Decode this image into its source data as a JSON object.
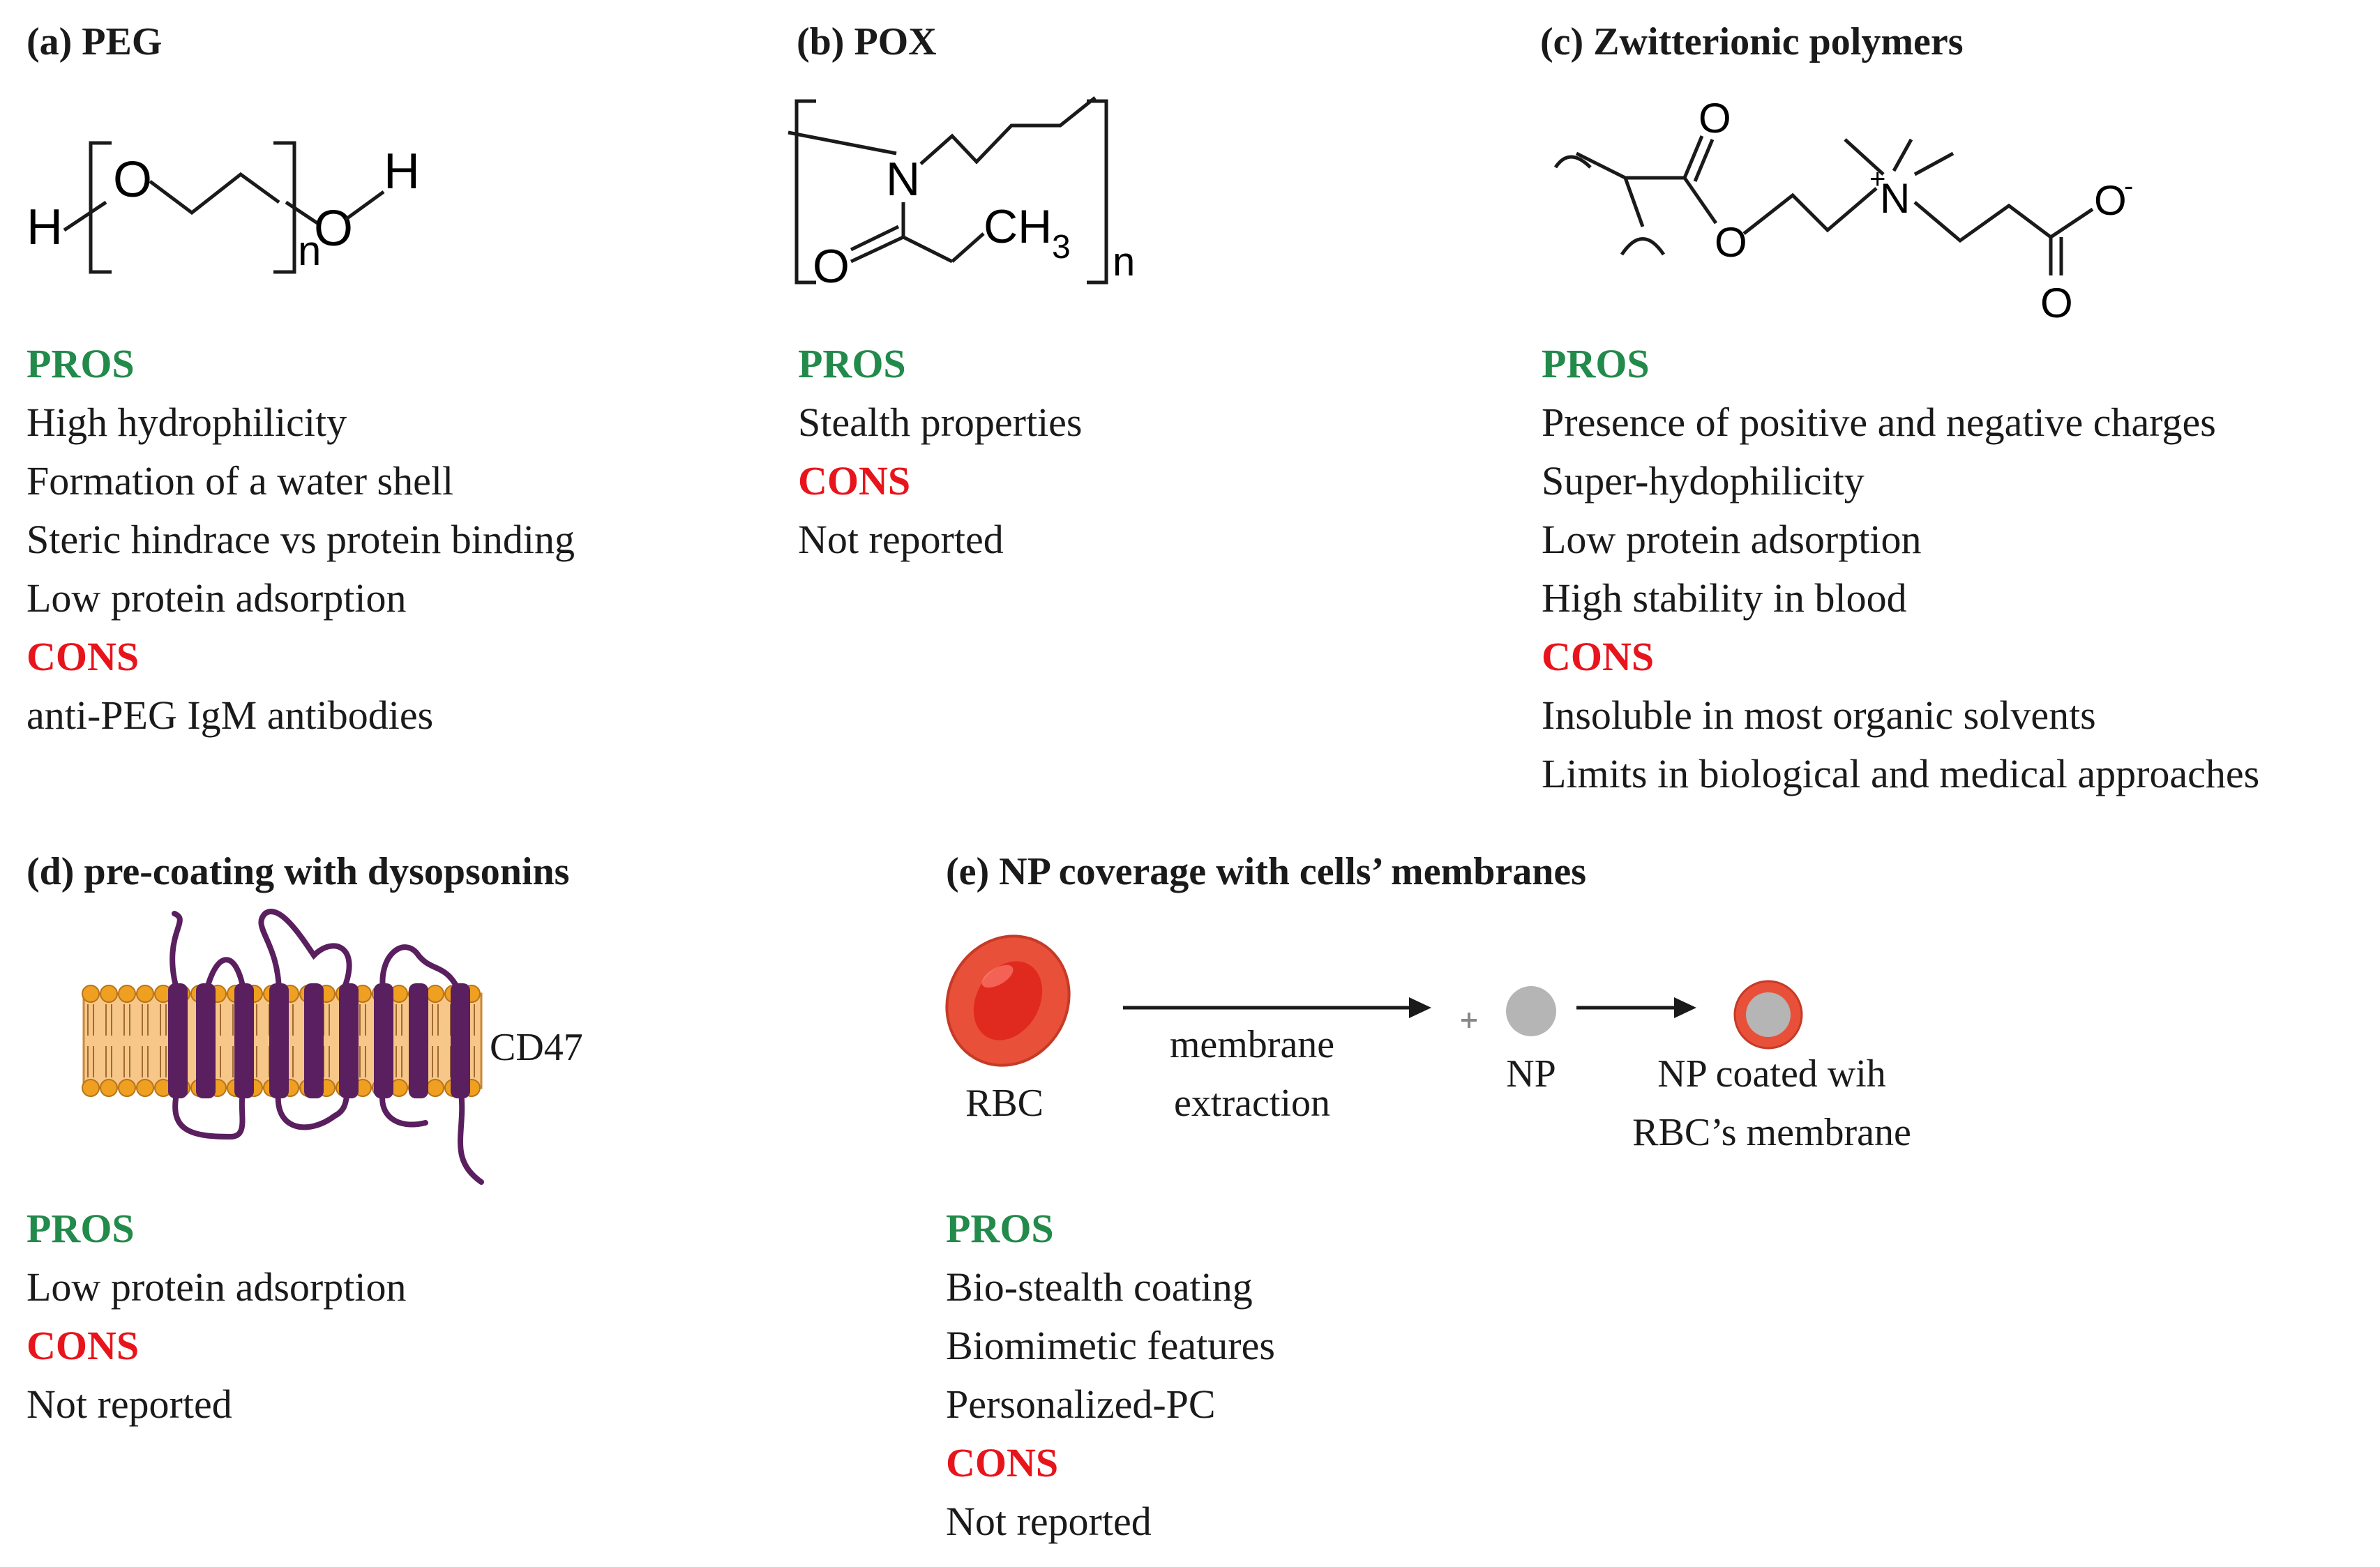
{
  "panels": {
    "a": {
      "title": "(a) PEG",
      "pros_label": "PROS",
      "pros": [
        "High hydrophilicity",
        "Formation of a water shell",
        "Steric hindrace vs protein binding",
        "Low protein adsorption"
      ],
      "cons_label": "CONS",
      "cons": [
        "anti-PEG IgM antibodies"
      ],
      "structure": {
        "h_left": "H",
        "o1": "O",
        "o2": "O",
        "h_right": "H",
        "n": "n"
      }
    },
    "b": {
      "title": "(b) POX",
      "pros_label": "PROS",
      "pros": [
        "Stealth properties"
      ],
      "cons_label": "CONS",
      "cons": [
        "Not reported"
      ],
      "structure": {
        "n_atom": "N",
        "o_atom": "O",
        "ch3": "CH",
        "ch3_sub": "3",
        "n": "n"
      }
    },
    "c": {
      "title": "(c) Zwitterionic polymers",
      "pros_label": "PROS",
      "pros": [
        "Presence of positive and negative charges",
        "Super-hydophilicity",
        "Low protein adsorption",
        "High stability in blood"
      ],
      "cons_label": "CONS",
      "cons": [
        "Insoluble in most organic solvents",
        "Limits in biological and medical approaches"
      ],
      "structure": {
        "o_top": "O",
        "o_ester": "O",
        "n_plus": "N",
        "plus": "+",
        "o_minus": "O",
        "minus": "-",
        "o_bottom": "O"
      }
    },
    "d": {
      "title": "(d) pre-coating with dysopsonins",
      "pros_label": "PROS",
      "pros": [
        "Low protein adsorption"
      ],
      "cons_label": "CONS",
      "cons": [
        "Not reported"
      ],
      "protein_label": "CD47"
    },
    "e": {
      "title": "(e) NP coverage with cells’ membranes",
      "pros_label": "PROS",
      "pros": [
        "Bio-stealth coating",
        "Biomimetic features",
        "Personalized-PC"
      ],
      "cons_label": "CONS",
      "cons": [
        "Not reported"
      ],
      "diagram": {
        "rbc": "RBC",
        "arrow1_line1": "membrane",
        "arrow1_line2": "extraction",
        "plus": "+",
        "np": "NP",
        "product_line1": "NP coated wih",
        "product_line2": "RBC’s membrane"
      }
    }
  },
  "colors": {
    "pros": "#228a4a",
    "cons": "#e8141c",
    "lipid_head": "#f0a020",
    "bilayer": "#f7c78a",
    "protein": "#5a1f5e",
    "rbc_outer": "#e8503a",
    "rbc_inner": "#e02a20",
    "np": "#b5b5b5"
  }
}
